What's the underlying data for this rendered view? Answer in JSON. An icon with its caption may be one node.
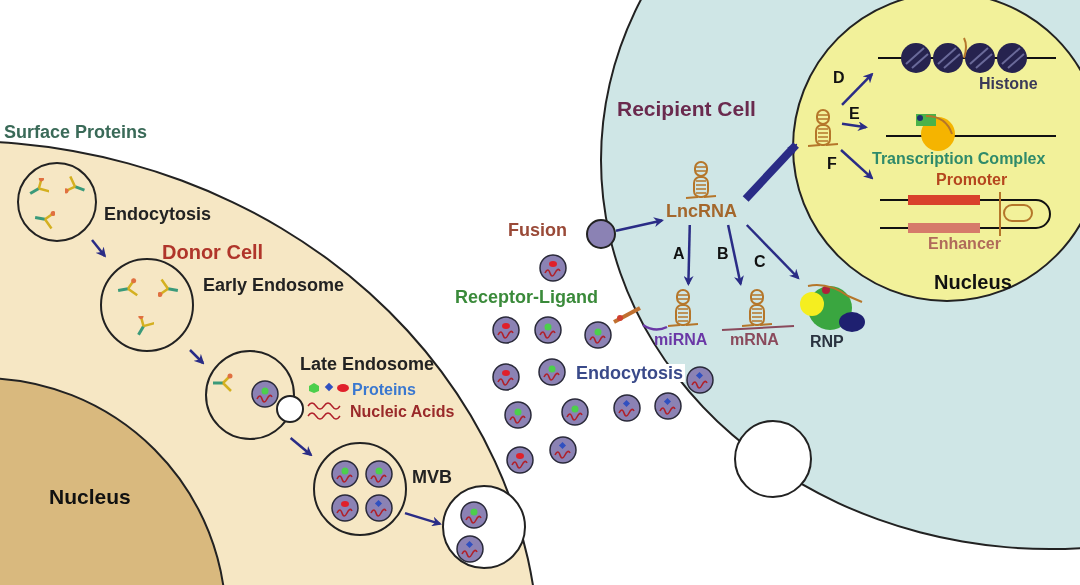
{
  "diagram": {
    "nodes": [
      {
        "text": [
          "Donor Cell"
        ]
      },
      {
        "text": [
          "Nucleus"
        ],
        "in": 0
      },
      {
        "text": [],
        "shape": "circle",
        "beside": [
          "Endocytosis"
        ],
        "in": 0
      },
      {
        "text": [],
        "shape": "circle",
        "beside": [
          "Early Endosome"
        ],
        "in": 0
      },
      {
        "text": [],
        "shape": "circle",
        "beside": [
          "Late Endosome"
        ],
        "in": 0
      },
      {
        "text": [],
        "shape": "circle",
        "beside": [
          "MVB"
        ],
        "in": 0
      },
      {
        "text": [],
        "shape": "circle",
        "in": 0
      },
      {
        "text": [
          "Recipient Cell"
        ]
      },
      {
        "text": [
          "Nucleus"
        ],
        "in": 7
      },
      {
        "text": [],
        "shape": "circle",
        "beside": [
          "Fusion"
        ]
      },
      {
        "text": [
          "LncRNA"
        ],
        "in": 7
      },
      {
        "text": [
          "miRNA"
        ],
        "in": 7
      },
      {
        "text": [
          "mRNA"
        ],
        "in": 7
      },
      {
        "text": [
          "RNP"
        ],
        "in": 7
      },
      {
        "text": [],
        "shape": "picture",
        "in": 8
      },
      {
        "text": [
          "Histone"
        ],
        "in": 8
      },
      {
        "text": [
          "Transcription Complex"
        ],
        "in": 8
      },
      {
        "text": [
          "Promoter",
          "Enhancer"
        ],
        "in": 8
      },
      {
        "text": [],
        "shape": "circle",
        "in": 7
      }
    ],
    "edges": [
      {
        "from": 2,
        "to": 3,
        "arrow": "to"
      },
      {
        "from": 3,
        "to": 4,
        "arrow": "to"
      },
      {
        "from": 4,
        "to": 5,
        "arrow": "to"
      },
      {
        "from": 5,
        "to": 6,
        "arrow": "to"
      },
      {
        "from": 9,
        "to": 10,
        "arrow": "to"
      },
      {
        "from": 10,
        "to": 11,
        "arrow": "to",
        "label": "A"
      },
      {
        "from": 10,
        "to": 12,
        "arrow": "to",
        "label": "B"
      },
      {
        "from": 10,
        "to": 13,
        "arrow": "to",
        "label": "C"
      },
      {
        "from": 10,
        "to": 14,
        "arrow": "to",
        "style": "thick"
      },
      {
        "from": 14,
        "to": 15,
        "arrow": "to",
        "label": "D"
      },
      {
        "from": 14,
        "to": 16,
        "arrow": "to",
        "label": "E"
      },
      {
        "from": 14,
        "to": 17,
        "arrow": "to",
        "label": "F"
      }
    ],
    "labels": [
      "Surface Proteins",
      "Proteins",
      "Nucleic Acids",
      "Receptor-Ligand",
      "Endocytosis"
    ]
  }
}
